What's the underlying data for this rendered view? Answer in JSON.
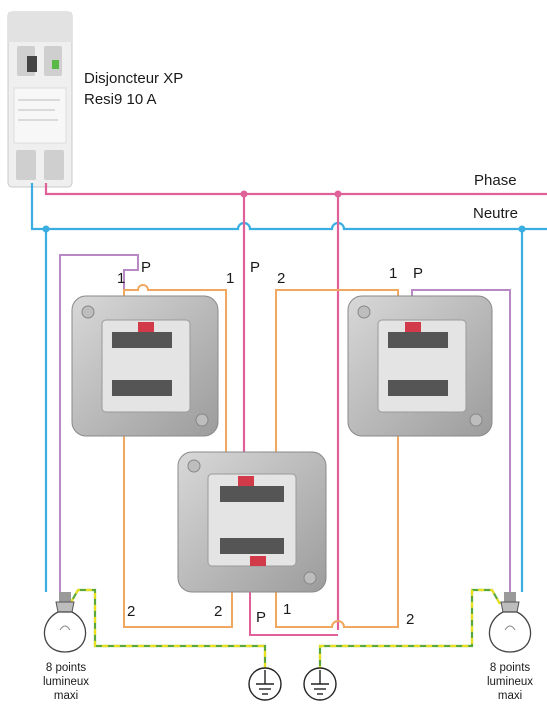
{
  "breaker": {
    "line1": "Disjoncteur XP",
    "line2": "Resi9 10 A"
  },
  "wires": {
    "phase_label": "Phase",
    "neutral_label": "Neutre"
  },
  "terminals": {
    "left_1": "1",
    "left_p": "P",
    "ctop_1": "1",
    "ctop_p": "P",
    "ctop_2": "2",
    "right_1": "1",
    "right_p": "P",
    "bot_left_2": "2",
    "bot_mid_2": "2",
    "bot_p": "P",
    "bot_1": "1",
    "bot_right_2": "2"
  },
  "lamps": {
    "left": {
      "line1": "8 points",
      "line2": "lumineux",
      "line3": "maxi"
    },
    "right": {
      "line1": "8 points",
      "line2": "lumineux",
      "line3": "maxi"
    }
  },
  "colors": {
    "phase": "#e0609a",
    "neutral": "#3aaee0",
    "traveler": "#f0a860",
    "return": "#b889c4",
    "earth_yellow": "#e8e020",
    "earth_green": "#5aa83a"
  }
}
